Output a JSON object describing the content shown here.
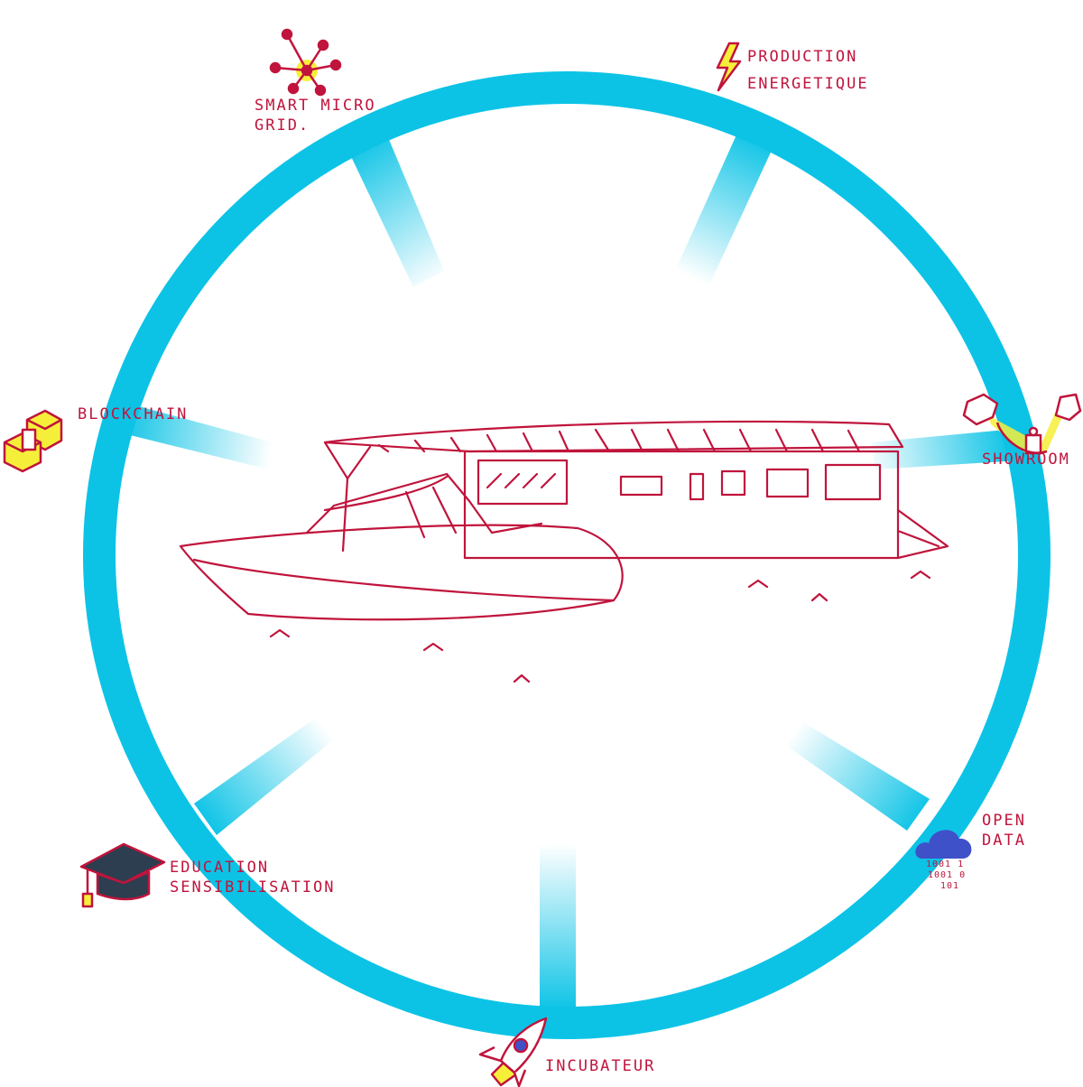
{
  "diagram": {
    "colors": {
      "ring": "#0cc3e6",
      "ink": "#c0143c",
      "highlight": "#f6ef3a",
      "cap": "#2c3e50",
      "cloud": "#3f51c8"
    },
    "nodes": [
      {
        "id": "smart-micro-grid",
        "icon": "network-icon",
        "lines": [
          "SMART MICRO",
          "GRID."
        ]
      },
      {
        "id": "production-energetique",
        "icon": "lightning-icon",
        "lines": [
          "PRODUCTION",
          "ENERGETIQUE"
        ]
      },
      {
        "id": "blockchain",
        "icon": "blockchain-cubes-icon",
        "lines": [
          "BLOCKCHAIN"
        ]
      },
      {
        "id": "showroom",
        "icon": "showroom-spotlight-icon",
        "lines": [
          "SHOWROOM"
        ]
      },
      {
        "id": "education",
        "icon": "graduation-cap-icon",
        "lines": [
          "EDUCATION",
          "SENSIBILISATION"
        ]
      },
      {
        "id": "open-data",
        "icon": "cloud-data-icon",
        "lines": [
          "OPEN",
          "DATA"
        ],
        "binary": [
          "1001 1",
          "1001 0",
          "101"
        ]
      },
      {
        "id": "incubateur",
        "icon": "rocket-icon",
        "lines": [
          "INCUBATEUR"
        ]
      }
    ],
    "center": {
      "illustration": "houseboat-and-speedboat-sketch"
    }
  }
}
